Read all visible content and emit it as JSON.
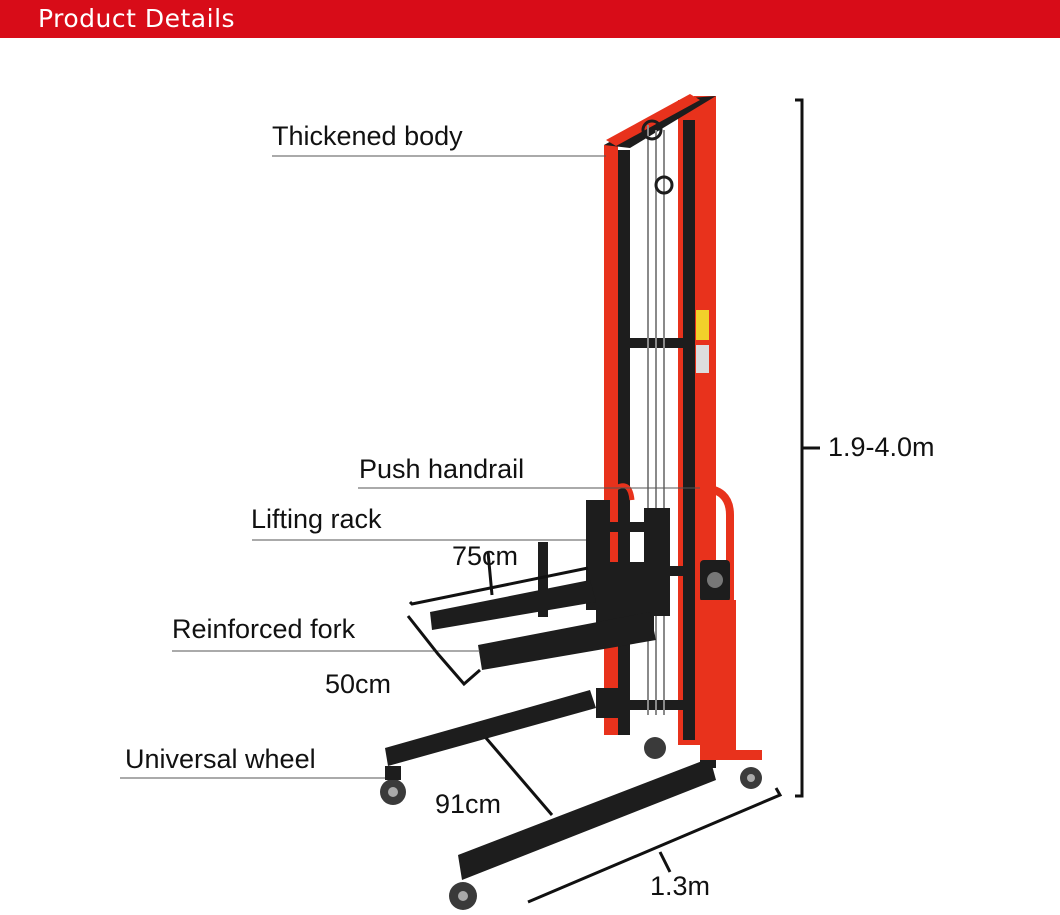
{
  "header": {
    "title": "Product  Details"
  },
  "callouts": {
    "thickened_body": "Thickened body",
    "push_handrail": "Push handrail",
    "lifting_rack": "Lifting rack",
    "reinforced_fork": "Reinforced fork",
    "universal_wheel": "Universal wheel"
  },
  "dimensions": {
    "height": "1.9-4.0m",
    "fork_span": "75cm",
    "fork_length": "50cm",
    "base_leg": "91cm",
    "base_length": "1.3m"
  },
  "colors": {
    "header": "#d80c18",
    "frame_red": "#e8321c",
    "steel_black": "#1d1d1d"
  }
}
